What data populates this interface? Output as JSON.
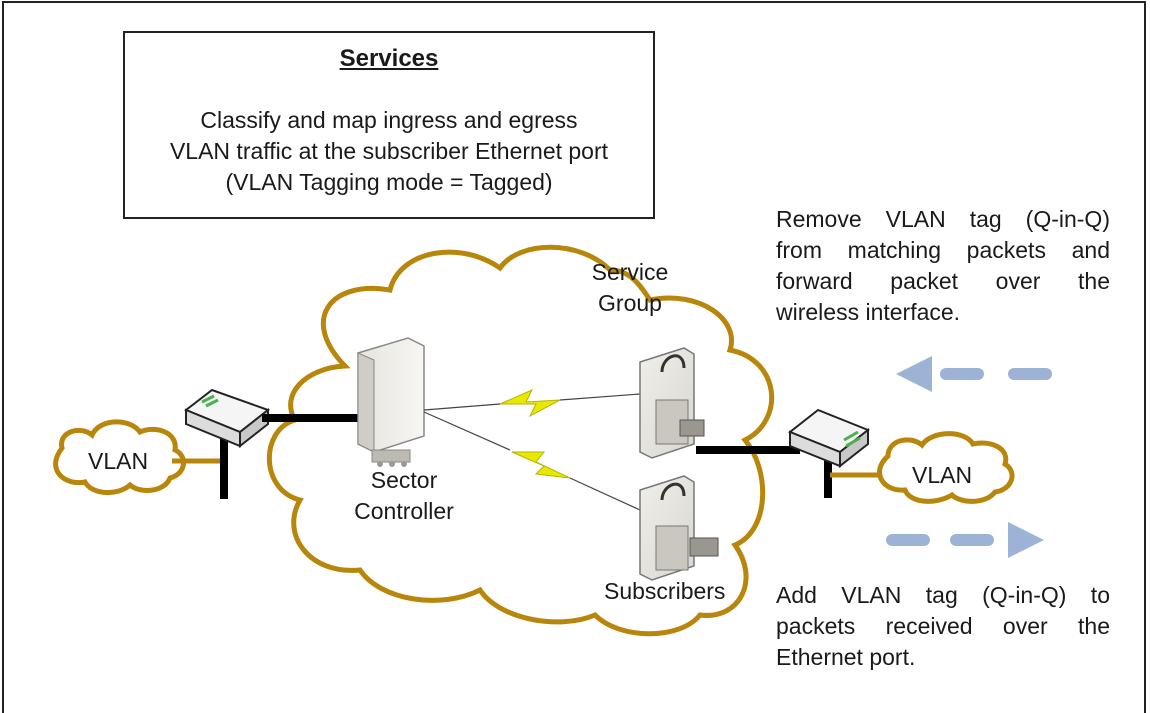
{
  "services": {
    "title": "Services",
    "lines": [
      "Classify and map ingress and egress",
      "VLAN traffic at the subscriber Ethernet port",
      "(VLAN Tagging mode = Tagged)"
    ]
  },
  "labels": {
    "service_group_line1": "Service",
    "service_group_line2": "Group",
    "sector_controller_line1": "Sector",
    "sector_controller_line2": "Controller",
    "subscribers": "Subscribers",
    "vlan_left": "VLAN",
    "vlan_right": "VLAN"
  },
  "notes": {
    "remove_tag": [
      "Remove VLAN tag (Q-in-Q)",
      "from matching packets and",
      "forward packet over the",
      "wireless interface."
    ],
    "add_tag": [
      "Add VLAN tag (Q-in-Q) to",
      "packets received over the",
      "Ethernet port."
    ]
  },
  "colors": {
    "cloud_outline": "#b8860b",
    "arrow": "#9db3d6",
    "link": "#000000",
    "wireless": "#e8e800"
  }
}
